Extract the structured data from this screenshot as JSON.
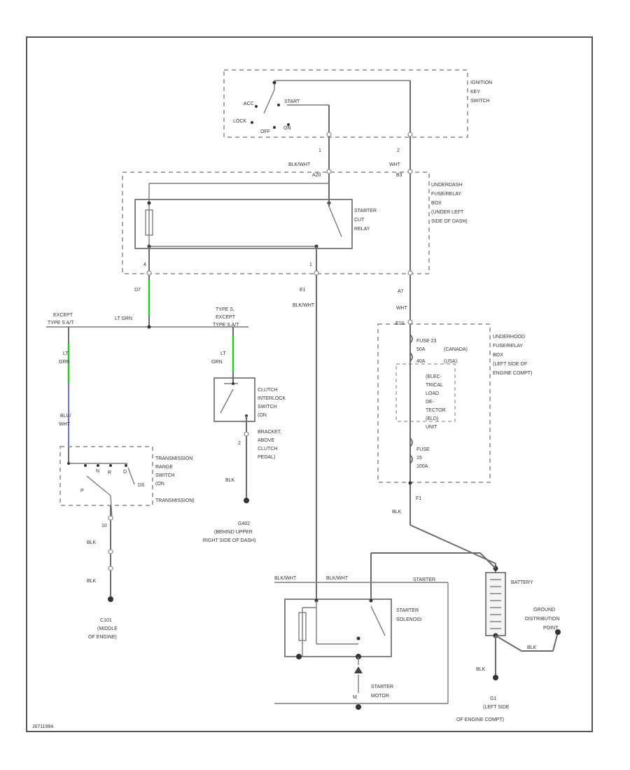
{
  "colors": {
    "wire": "#6b6b6b",
    "lt_grn_wire": "#22cc22",
    "blu_wht_wire": "#6b6bff",
    "frame": "#555555"
  },
  "footer_code": "J0711984",
  "labels": {
    "ignition_switch": [
      "IGNITION",
      "KEY",
      "SWITCH"
    ],
    "ign_acc": "ACC",
    "ign_start": "START",
    "ign_lock": "LOCK",
    "ign_off": "OFF",
    "ign_on": "ON",
    "pin_1_top": "1",
    "pin_2_top": "2",
    "wire_blkwht_1": "BLK/WHT",
    "wire_wht_1": "WHT",
    "conn_a20": "A20",
    "conn_b3": "B3",
    "underdash_fuse_box": [
      "UNDERDASH",
      "FUSE/RELAY",
      "BOX",
      "(UNDER LEFT",
      "SIDE OF DASH)"
    ],
    "starter_cut_relay": [
      "STARTER",
      "CUT",
      "RELAY"
    ],
    "pin_4": "4",
    "pin_1_mid": "1",
    "conn_d7": "D7",
    "conn_e1": "E1",
    "wire_blkwht_2": "BLK/WHT",
    "conn_a7": "A7",
    "wire_wht_2": "WHT",
    "conn_e10": "E10",
    "except_type_s_at": [
      "EXCEPT",
      "TYPE S A/T"
    ],
    "type_s_except_type_s_at": [
      "TYPE S,",
      "EXCEPT",
      "TYPE S A/T"
    ],
    "wire_lt_grn_mid": "LT GRN",
    "wire_lt_grn_left": [
      "LT",
      "GRN"
    ],
    "wire_lt_grn_right": [
      "LT",
      "GRN"
    ],
    "underhood_fuse_box": [
      "UNDERHOOD",
      "FUSE/RELAY",
      "BOX",
      "(LEFT SIDE OF",
      "ENGINE COMPT)"
    ],
    "fuse_23": [
      "FUSE 23",
      "50A",
      "(CANADA)"
    ],
    "fuse_23_usa": [
      "40A",
      "(USA)"
    ],
    "elec_load_detector": [
      "(ELEC-",
      "TRICAL",
      "LOAD",
      "DE-",
      "TECTOR",
      "(ELD)",
      "UNIT"
    ],
    "fuse_15": [
      "FUSE",
      "15",
      "100A"
    ],
    "conn_f1": "F1",
    "wire_blk_right": "BLK",
    "clutch_switch": [
      "CLUTCH",
      "INTERLOCK",
      "SWITCH",
      "(ON",
      "BRACKET,",
      "ABOVE",
      "CLUTCH",
      "PEDAL)"
    ],
    "pin_2_clutch": "2",
    "wire_blk_clutch": "BLK",
    "g402": [
      "G402",
      "(BEHIND UPPER",
      "RIGHT SIDE OF DASH)"
    ],
    "wire_blu_wht": [
      "BLU/",
      "WHT"
    ],
    "trans_range_switch": [
      "TRANSMISSION",
      "RANGE",
      "SWITCH",
      "(ON",
      "TRANSMISSION)"
    ],
    "trans_p": "P",
    "trans_n": "N",
    "trans_r": "R",
    "trans_d": "D",
    "trans_d3": "D3",
    "pin_10": "10",
    "wire_blk_left_1": "BLK",
    "wire_blk_left_2": "BLK",
    "c101": [
      "C101",
      "(MIDDLE",
      "OF ENGINE)"
    ],
    "wire_blkwht_3": "BLK/WHT",
    "wire_blkwht_4": "BLK/WHT",
    "starter_label": "STARTER",
    "starter_solenoid": [
      "STARTER",
      "SOLENOID"
    ],
    "starter_motor": [
      "STARTER",
      "MOTOR"
    ],
    "motor_m": "M",
    "battery": "BATTERY",
    "ground_distribution": [
      "GROUND",
      "DISTRIBUTION",
      "POINT"
    ],
    "wire_blk_gd": "BLK",
    "wire_blk_batt": "BLK",
    "g1": [
      "G1",
      "(LEFT SIDE",
      "OF ENGINE COMPT)"
    ]
  }
}
